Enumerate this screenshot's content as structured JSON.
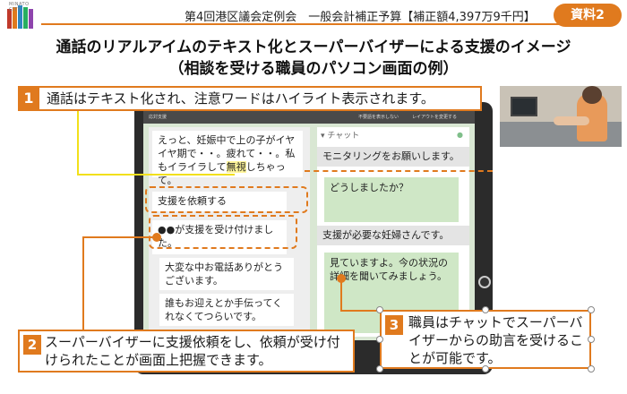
{
  "header": {
    "text": "第4回港区議会定例会　一般会計補正予算【補正額4,397万9千円】",
    "badge": "資料2",
    "logo_tag": "MINATO CITY"
  },
  "title": {
    "line1": "通話のリアルアイムのテキスト化とスーパーバイザーによる支援のイメージ",
    "line2": "（相談を受ける職員のパソコン画面の例）"
  },
  "screen": {
    "bar_left": "応対支援",
    "bar_mid": "不要語を表示しない",
    "bar_right": "レイアウトを変更する",
    "transcript_pre": "えっと、妊娠中で上の子がイヤイヤ期で・・。疲れて・・。私もイライラして",
    "transcript_highlight": "無視",
    "transcript_post": "しちゃって。",
    "request_support": "支援を依頼する",
    "accepted": "●●が支援を受け付けました。",
    "reply1": "大変な中お電話ありがとうございます。",
    "reply2": "誰もお迎えとか手伝ってくれなくてつらいです。",
    "chat_header": "▾ チャット",
    "chat_monitoring": "モニタリングをお願いします。",
    "chat_what": "どうしましたか？",
    "chat_need": "支援が必要な妊婦さんです。",
    "chat_advice": "見ていますよ。今の状況の詳細を聞いてみましょう。"
  },
  "callouts": {
    "c1_num": "1",
    "c1_text": "通話はテキスト化され、注意ワードはハイライト表示されます。",
    "c2_num": "2",
    "c2_text": "スーパーバイザーに支援依頼をし、依頼が受け付けられたことが画面上把握できます。",
    "c3_num": "3",
    "c3_text": "職員はチャットでスーパーバイザーからの助言を受けることが可能です。"
  },
  "colors": {
    "accent": "#e07a1e",
    "highlight": "#fff59a",
    "chat_green": "#cfe7c6"
  }
}
